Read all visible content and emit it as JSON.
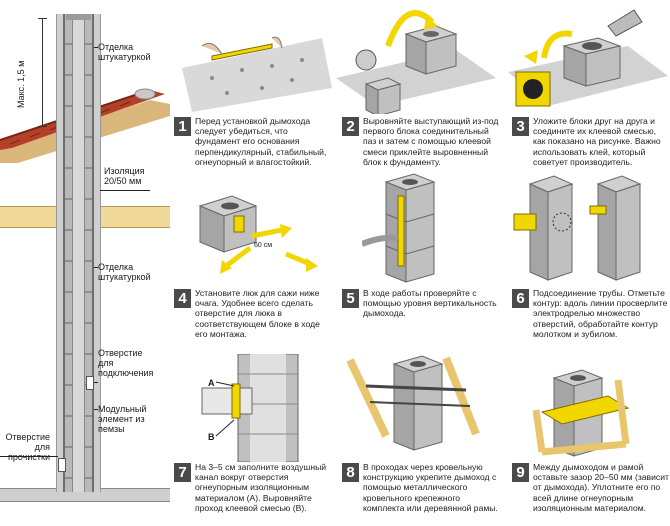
{
  "left_diagram": {
    "dimension": "Макс. 1,5 м",
    "labels": {
      "plaster_top": "Отделка штукатуркой",
      "insulation": "Изоляция 20/50 мм",
      "plaster_mid": "Отделка штукатуркой",
      "connection": "Отверстие для подключения",
      "modular": "Модульный элемент из пемзы",
      "cleaning": "Отверстие для прочистки"
    }
  },
  "steps": [
    {
      "num": "1",
      "text": "Перед установкой дымохода следует убедиться, что фундамент его основания перпендикулярный, стабильный, огнеупорный и влагостойкий."
    },
    {
      "num": "2",
      "text": "Выровняйте выступающий из-под первого блока соединительный паз и затем с помощью клеевой смеси приклейте выровненный блок к фундаменту."
    },
    {
      "num": "3",
      "text": "Уложите блоки друг на друга и соедините их клеевой смесью, как показано на рисунке. Важно использовать клей, который советует производитель."
    },
    {
      "num": "4",
      "text": "Установите люк для сажи ниже очага. Удобнее всего сделать отверстие для люка в соответствующем блоке в ходе его монтажа."
    },
    {
      "num": "5",
      "text": "В ходе работы проверяйте с помощью уровня вертикальность дымохода."
    },
    {
      "num": "6",
      "text": "Подсоединение трубы. Отметьте контур: вдоль линии просверлите электродрелью множество отверстий, обработайте контур молотком и зубилом."
    },
    {
      "num": "7",
      "text": "На 3–5 см заполните воздушный канал вокруг отверстия огнеупорным изоляционным материалом (А). Выровняйте проход клеевой смесью (В)."
    },
    {
      "num": "8",
      "text": "В проходах через кровельную конструкцию укрепите дымоход с помощью металлического кровельного крепежного комплекта или деревянной рамы."
    },
    {
      "num": "9",
      "text": "Между дымоходом и рамой оставьте зазор 20–50 мм (зависит от дымохода). Уплотните его по всей длине огнеупорным изоляционным материалом."
    }
  ],
  "illustrations": {
    "step4_dim": "60 см",
    "step7_a": "A",
    "step7_b": "B"
  },
  "colors": {
    "block": "#b5b5b5",
    "block_dark": "#8c8c8c",
    "accent": "#f2d600",
    "wood": "#e9c66e",
    "roof": "#b5402a"
  }
}
